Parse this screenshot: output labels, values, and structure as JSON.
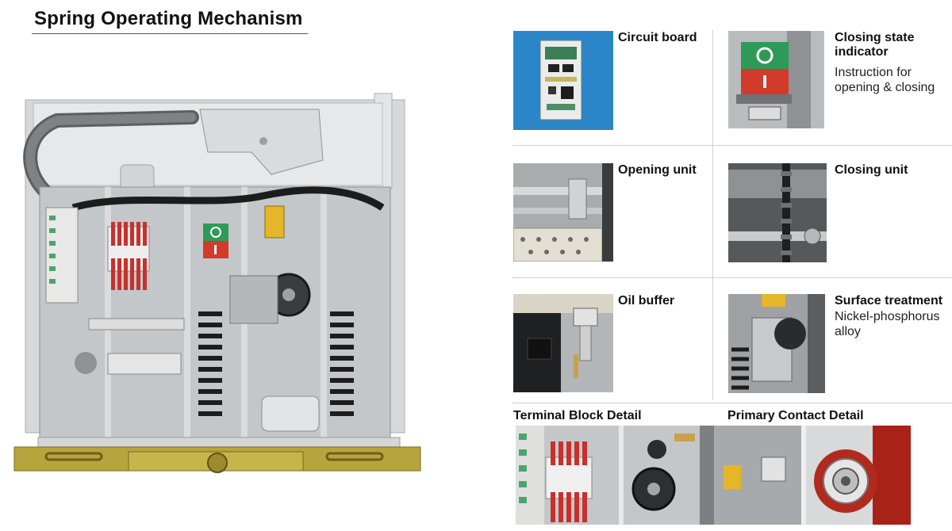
{
  "page": {
    "title": "Spring Operating Mechanism"
  },
  "panels": [
    {
      "id": "circuit-board",
      "title": "Circuit board",
      "description": ""
    },
    {
      "id": "closing-state-indicator",
      "title": "Closing state indicator",
      "description": "Instruction for opening & closing"
    },
    {
      "id": "opening-unit",
      "title": "Opening unit",
      "description": ""
    },
    {
      "id": "closing-unit",
      "title": "Closing unit",
      "description": ""
    },
    {
      "id": "oil-buffer",
      "title": "Oil buffer",
      "description": ""
    },
    {
      "id": "surface-treatment",
      "title": "Surface treatment",
      "description": "Nickel-phosphorus alloy"
    }
  ],
  "details": {
    "terminal_block": "Terminal Block Detail",
    "primary_contact": "Primary Contact Detail"
  },
  "indicator": {
    "open_symbol": "O",
    "close_symbol": "I"
  },
  "colors": {
    "indicator_green": "#2e9a57",
    "indicator_red": "#d23a2a",
    "circuit_blue": "#2b86c9",
    "contact_red": "#a82218",
    "frame_gray": "#cfd2d4",
    "base_brass": "#b8a43c"
  }
}
